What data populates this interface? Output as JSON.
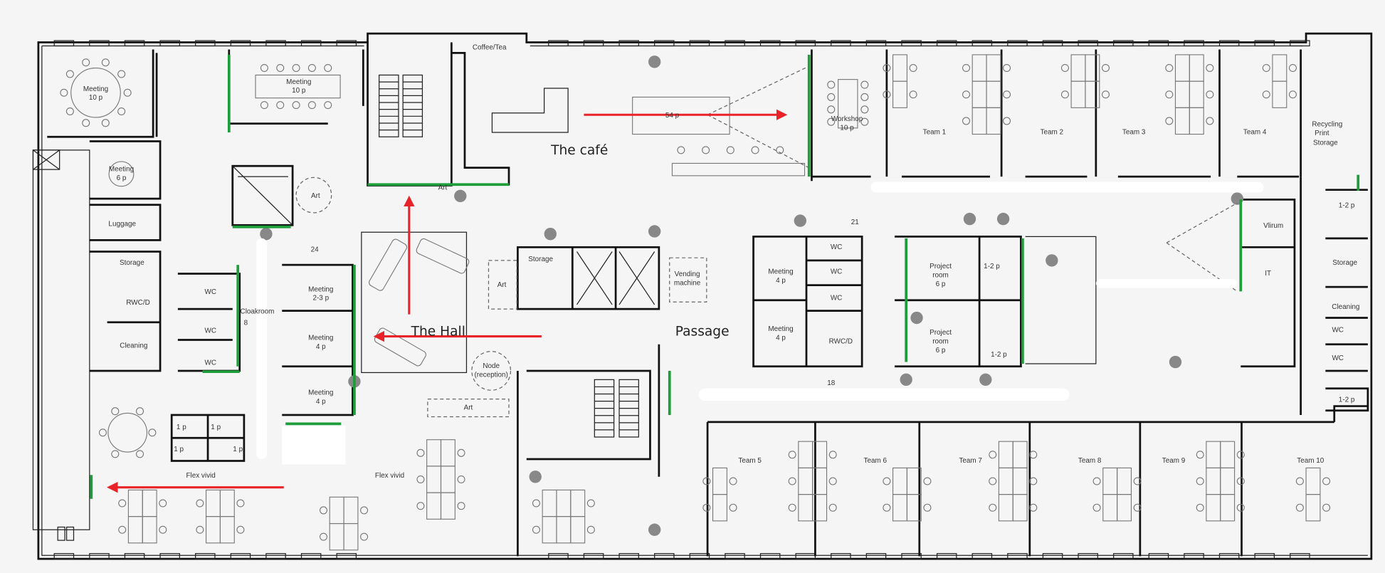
{
  "areas": {
    "cafe": "The café",
    "hall": "The Hall",
    "passage": "Passage"
  },
  "rooms": {
    "meeting_10p_round": [
      "Meeting",
      "10 p"
    ],
    "meeting_10p_rect": [
      "Meeting",
      "10 p"
    ],
    "coffee_tea": "Coffee/Tea",
    "cafe_seats": "54 p",
    "workshop": [
      "Workshop",
      "10 p"
    ],
    "team_1": "Team 1",
    "team_2": "Team 2",
    "team_3": "Team 3",
    "team_4": "Team 4",
    "recycling": [
      "Recycling",
      "Print",
      "Storage"
    ],
    "meeting_6p": [
      "Meeting",
      "6 p"
    ],
    "luggage": "Luggage",
    "storage_left": "Storage",
    "rwcd_left": "RWC/D",
    "cleaning_left": "Cleaning",
    "wc_left": [
      "WC",
      "WC",
      "WC"
    ],
    "cloakroom": [
      "Cloakroom",
      "8"
    ],
    "art_lift": "Art",
    "art_stair": "Art",
    "meeting_23p": [
      "Meeting",
      "2-3 p"
    ],
    "meeting_4p_a": [
      "Meeting",
      "4 p"
    ],
    "meeting_4p_b": [
      "Meeting",
      "4 p"
    ],
    "seats_24": "24",
    "node": [
      "Node",
      "(reception)"
    ],
    "art_hall": "Art",
    "art_bottom": "Art",
    "storage_mid": "Storage",
    "vending": [
      "Vending",
      "machine"
    ],
    "meeting_4p_c": [
      "Meeting",
      "4 p"
    ],
    "meeting_4p_d": [
      "Meeting",
      "4 p"
    ],
    "wc_mid": [
      "WC",
      "WC",
      "WC"
    ],
    "rwcd_mid": "RWC/D",
    "seats_21": "21",
    "seats_18": "18",
    "project_a": [
      "Project",
      "room",
      "6 p"
    ],
    "project_b": [
      "Project",
      "room",
      "6 p"
    ],
    "phone_a": "1-2 p",
    "phone_b": "1-2 p",
    "vlirum": "Vlirum",
    "it": "IT",
    "phone_right_a": "1-2 p",
    "storage_right": "Storage",
    "cleaning_right": "Cleaning",
    "wc_right": [
      "WC",
      "WC"
    ],
    "phone_right_b": "1-2 p",
    "pods": [
      "1 p",
      "1 p",
      "1 p",
      "1 p"
    ],
    "flex_a": "Flex vivid",
    "flex_b": "Flex vivid",
    "team_5": "Team 5",
    "team_6": "Team 6",
    "team_7": "Team 7",
    "team_8": "Team 8",
    "team_9": "Team 9",
    "team_10": "Team 10"
  },
  "colors": {
    "route_arrow": "#e8232a",
    "glass_wall": "#1e9e3a"
  }
}
